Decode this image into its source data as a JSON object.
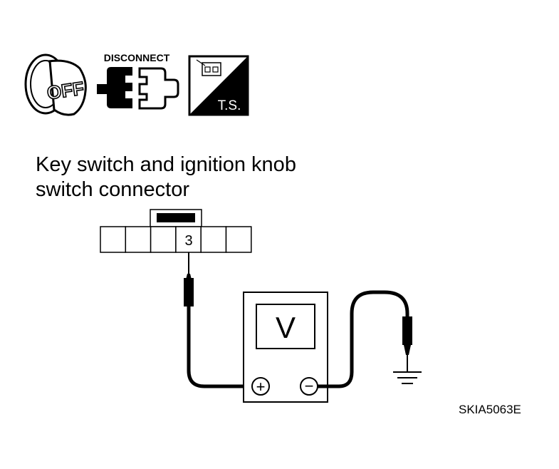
{
  "icons": {
    "ignition": {
      "label": "OFF",
      "icon": "ignition-key-off-icon"
    },
    "disconnect": {
      "label": "DISCONNECT",
      "icon": "connector-disconnect-icon"
    },
    "ts": {
      "label": "T.S.",
      "icon": "tester-symbol-icon"
    }
  },
  "caption": {
    "line1": "Key switch and ignition knob",
    "line2": "switch connector"
  },
  "connector": {
    "terminal_label": "3",
    "cell_count": 6,
    "probe_cell": 4
  },
  "meter": {
    "display": "V",
    "positive_symbol": "+",
    "negative_symbol": "−"
  },
  "reference_code": "SKIA5063E"
}
